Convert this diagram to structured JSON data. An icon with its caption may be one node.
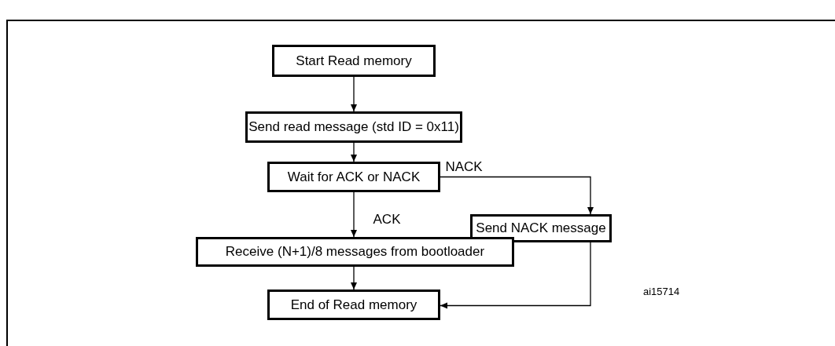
{
  "diagram": {
    "nodes": [
      {
        "text": [
          "Start Read memory"
        ]
      },
      {
        "text": [
          "Send read message (std ID = 0x11)"
        ]
      },
      {
        "text": [
          "Wait for ACK or NACK"
        ]
      },
      {
        "text": [
          "Send NACK message"
        ]
      },
      {
        "text": [
          "Receive (N+1)/8 messages from bootloader"
        ]
      },
      {
        "text": [
          "End of Read memory"
        ]
      }
    ],
    "edges": [
      {
        "from": 0,
        "to": 1,
        "arrow": "to"
      },
      {
        "from": 1,
        "to": 2,
        "arrow": "to"
      },
      {
        "from": 2,
        "to": 3,
        "arrow": "to",
        "label": "NACK"
      },
      {
        "from": 2,
        "to": 4,
        "arrow": "to",
        "label": "ACK"
      },
      {
        "from": 4,
        "to": 5,
        "arrow": "to"
      },
      {
        "from": 3,
        "to": 5,
        "arrow": "to"
      }
    ],
    "labels": [
      "ai15714"
    ]
  }
}
